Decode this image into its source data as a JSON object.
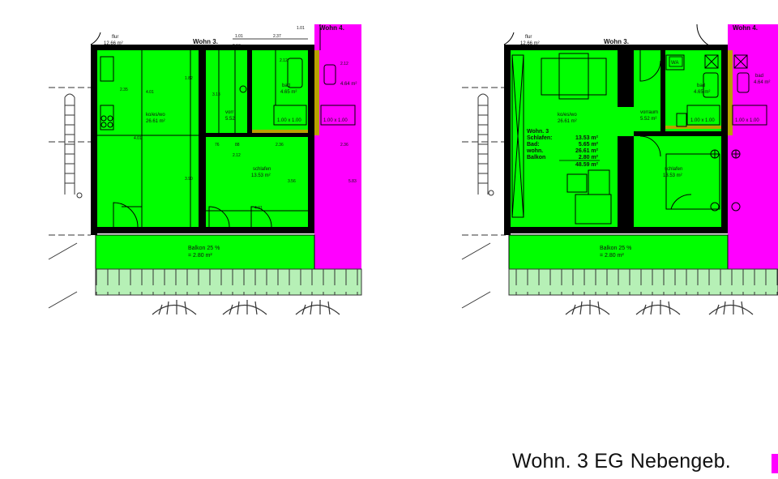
{
  "colors": {
    "living": "#00ff00",
    "neighbor": "#ff00ff",
    "wall": "#000000",
    "balcony_rail": "#b6f0b6",
    "wet_wall": "#b8a100"
  },
  "left_plan": {
    "flur": "flur",
    "flur_area": "12.66 m²",
    "unit": "Wohn 3.",
    "neighbor": "Wohn 4.",
    "kueche": "ko/es/wo",
    "kueche_area": "26.61 m²",
    "vorraum": "vorr",
    "vorraum_area": "5.52",
    "bad": "bad",
    "bad_area": "4.65 m²",
    "bad4_area": "4.64 m²",
    "schlafen": "schlafen",
    "schlafen_area": "13.53 m²",
    "balkon": "Balkon 25 %",
    "balkon_area": "= 2.80 m²",
    "window1": "1.00 x 1.00",
    "window2": "1.00 x 1.00",
    "dims": [
      "1.01",
      "2.37",
      "2.13",
      "2.12",
      "2.12",
      "4.01",
      "1.82",
      "3.13",
      "2.35",
      "3.90",
      "4.01",
      "2.36",
      "2.36",
      "76",
      "88",
      "2.12",
      "3.56",
      "4.01",
      "1.01",
      "5.83"
    ]
  },
  "right_plan": {
    "flur": "flur",
    "flur_area": "12.66 m²",
    "unit": "Wohn 3.",
    "neighbor": "Wohn 4.",
    "kueche": "ko/es/wo",
    "kueche_area": "26.61 m²",
    "vorraum": "vorraum",
    "vorraum_area": "5.52 m²",
    "bad": "bad",
    "bad_area": "4.65 m²",
    "bad4": "bad",
    "bad4_area": "4.64 m²",
    "schlafen": "schlafen",
    "schlafen_area": "13.53 m²",
    "wa": "WA",
    "balkon": "Balkon 25 %",
    "balkon_area": "= 2.80 m²",
    "window1": "1.00 x 1.00",
    "window2": "1.00 x 1.00",
    "summary_title": "Wohn. 3",
    "summary": [
      {
        "label": "Schlafen:",
        "value": "13.53 m²"
      },
      {
        "label": "Bad:",
        "value": "5.65 m²"
      },
      {
        "label": "wohn.",
        "value": "26.61 m²"
      },
      {
        "label": "Balkon",
        "value": "2.80 m²"
      },
      {
        "label": "",
        "value": "48.59 m²"
      }
    ]
  },
  "caption": {
    "part1": "Wohn. 3 EG",
    "part2": "Nebengeb."
  }
}
